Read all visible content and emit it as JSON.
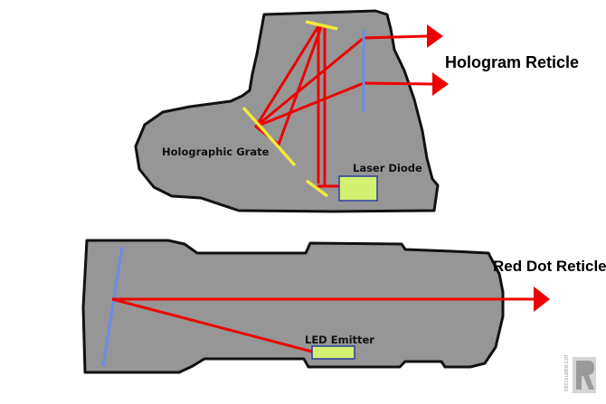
{
  "hologram_sight": {
    "title": "Hologram Reticle",
    "grate_label": "Holographic Grate",
    "diode_label": "Laser Diode"
  },
  "red_dot_sight": {
    "title": "Red Dot Reticle",
    "emitter_label": "LED Emitter"
  },
  "colors": {
    "body": "#969696",
    "outline": "#111111",
    "beam": "#ee0000",
    "mirror": "#f2ea3a",
    "lens": "#6b8de8",
    "component": "#d4f070"
  },
  "watermark_text": "RECOILWEB.COM"
}
